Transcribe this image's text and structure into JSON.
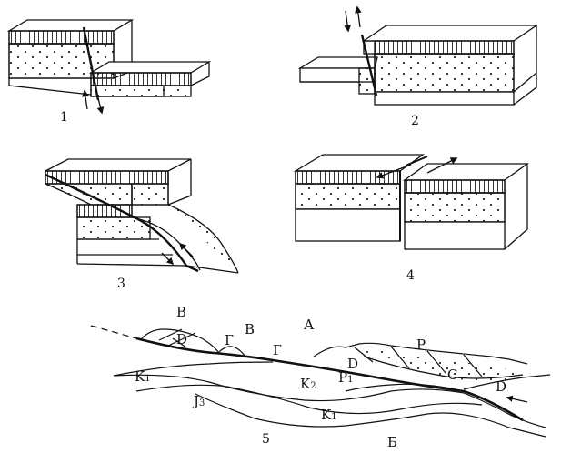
{
  "panels": {
    "p1": {
      "number": "1"
    },
    "p2": {
      "number": "2"
    },
    "p3": {
      "number": "3"
    },
    "p4": {
      "number": "4"
    },
    "p5": {
      "number": "5"
    }
  },
  "section_labels": {
    "B_left": "В",
    "G_1": "Г",
    "B_mid": "В",
    "G_2": "Г",
    "A": "А",
    "D_left": "D",
    "P_top": "P",
    "D_mid": "D",
    "K2": "K",
    "K2_sub": "2",
    "P1": "P",
    "P1_sub": "1",
    "C": "C",
    "D_right": "D",
    "K1_left": "K",
    "K1_left_sub": "1",
    "J3": "J",
    "J3_sub": "3",
    "K1_bottom": "K",
    "K1_bottom_sub": "1",
    "B_bottom": "Б"
  }
}
